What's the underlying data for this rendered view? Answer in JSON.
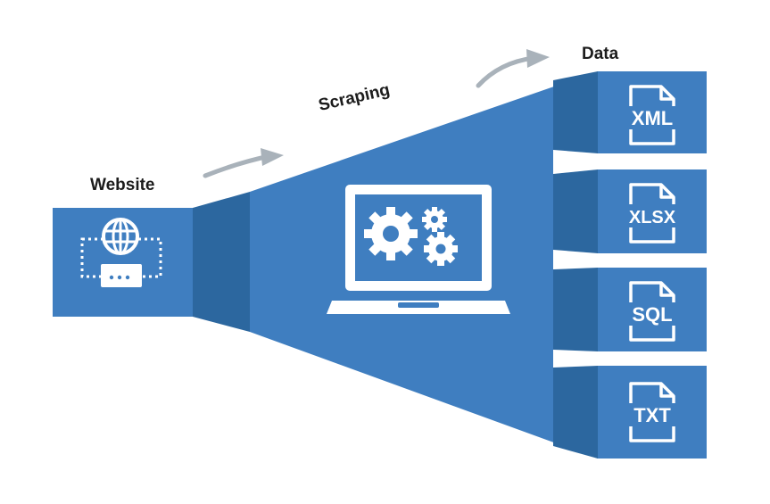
{
  "labels": {
    "website": "Website",
    "scraping": "Scraping",
    "data": "Data"
  },
  "formats": [
    "XML",
    "XLSX",
    "SQL",
    "TXT"
  ],
  "colors": {
    "primary": "#3f7ec0",
    "dark": "#2c679f",
    "arrow": "#a9b2ba",
    "icon": "#ffffff",
    "text": "#1c1c1c"
  },
  "icons": {
    "website": "globe-browser-icon",
    "scraping": "laptop-gears-icon",
    "file": "file-icon"
  }
}
